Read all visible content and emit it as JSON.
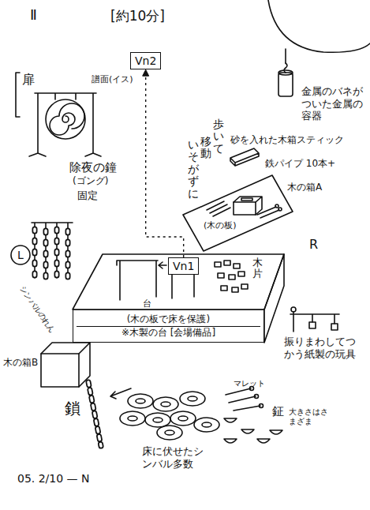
{
  "diagram": {
    "nodes": [
      {
        "text": [
          "Vn2"
        ]
      },
      {
        "text": [
          "Vn1"
        ]
      },
      {
        "text": [
          "(木の板で床を保護)",
          "※木製の台 [会場備品]"
        ]
      }
    ],
    "edges": [
      {
        "from": 1,
        "to": 0,
        "arrow": "to"
      }
    ],
    "labels": [
      "Ⅱ",
      "[約10分]",
      "扉",
      "譜面(イス)",
      "歩いて",
      "移動",
      "いそがずに",
      "除夜の鐘",
      "(ゴング)",
      "固定",
      "砂を入れた木箱スティック",
      "鉄パイプ 10本+",
      "木の箱A",
      "(木の板)",
      "金属のバネがついた金属の容器",
      "L",
      "R",
      "シンバルのれん",
      "台",
      "木片",
      "振りまわしてつかう紙製の玩具",
      "木の箱B",
      "鎖",
      "マレット",
      "床に伏せたシンバル多数",
      "鉦",
      "大きさはさまざま",
      "05. 2/10 — N"
    ]
  }
}
